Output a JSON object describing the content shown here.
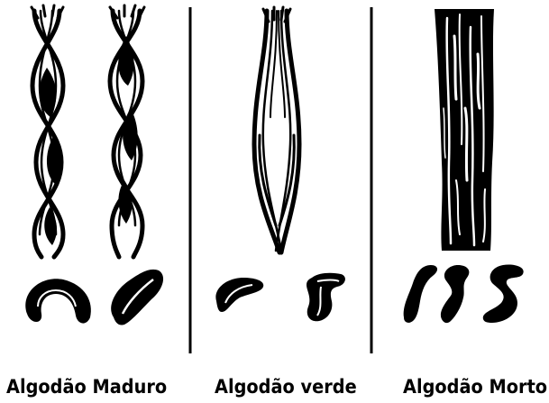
{
  "panels": [
    {
      "id": "maduro",
      "label": "Algodão Maduro"
    },
    {
      "id": "verde",
      "label": "Algodão verde"
    },
    {
      "id": "morto",
      "label": "Algodão Morto"
    }
  ],
  "colors": {
    "ink": "#000000",
    "paper": "#ffffff"
  }
}
